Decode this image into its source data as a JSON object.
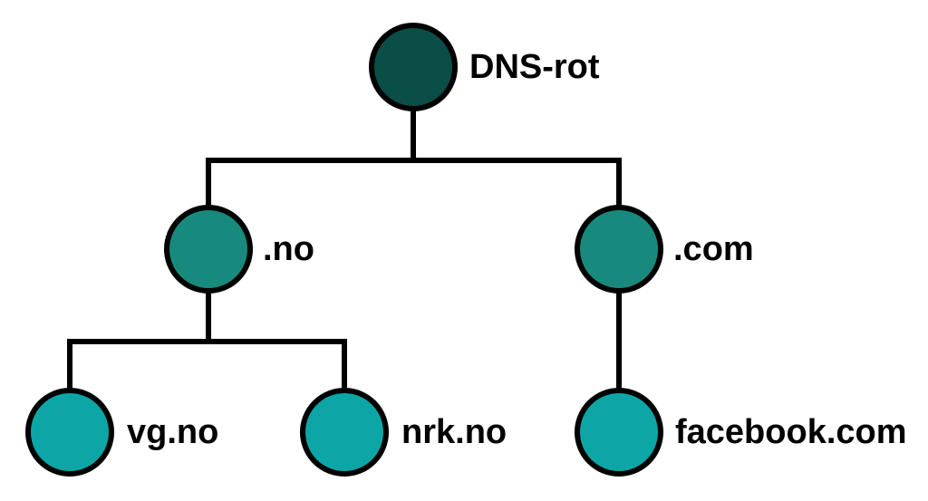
{
  "tree": {
    "root": {
      "label": "DNS-rot",
      "color": "#0b4d47"
    },
    "tld": [
      {
        "label": ".no",
        "color": "#178a7d"
      },
      {
        "label": ".com",
        "color": "#178a7d"
      }
    ],
    "domains": [
      {
        "label": "vg.no",
        "color": "#0ca6a6",
        "parent": ".no"
      },
      {
        "label": "nrk.no",
        "color": "#0ca6a6",
        "parent": ".no"
      },
      {
        "label": "facebook.com",
        "color": "#0ca6a6",
        "parent": ".com"
      }
    ]
  }
}
